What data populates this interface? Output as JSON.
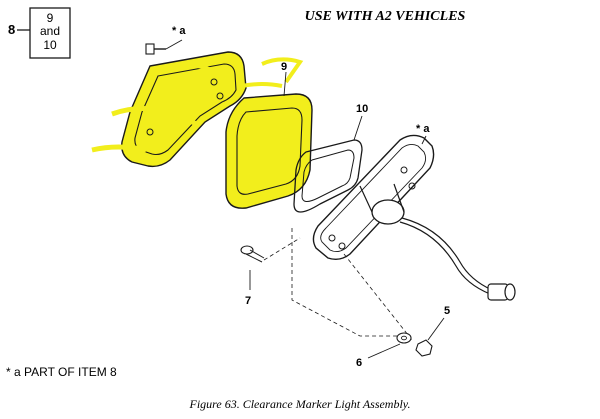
{
  "header": {
    "vehicle_note": "USE WITH A2 VEHICLES",
    "ref_index": "8",
    "ref_box": [
      "9",
      "and",
      "10"
    ]
  },
  "callouts": {
    "c9": "9",
    "c10": "10",
    "c7": "7",
    "c6": "6",
    "c5": "5",
    "star_a_top": "* a",
    "star_a_right": "* a"
  },
  "legend": "* a  PART OF ITEM  8",
  "caption": "Figure 63.  Clearance Marker Light Assembly.",
  "colors": {
    "line": "#1a1a1a",
    "highlight": "#f2ee1c"
  }
}
